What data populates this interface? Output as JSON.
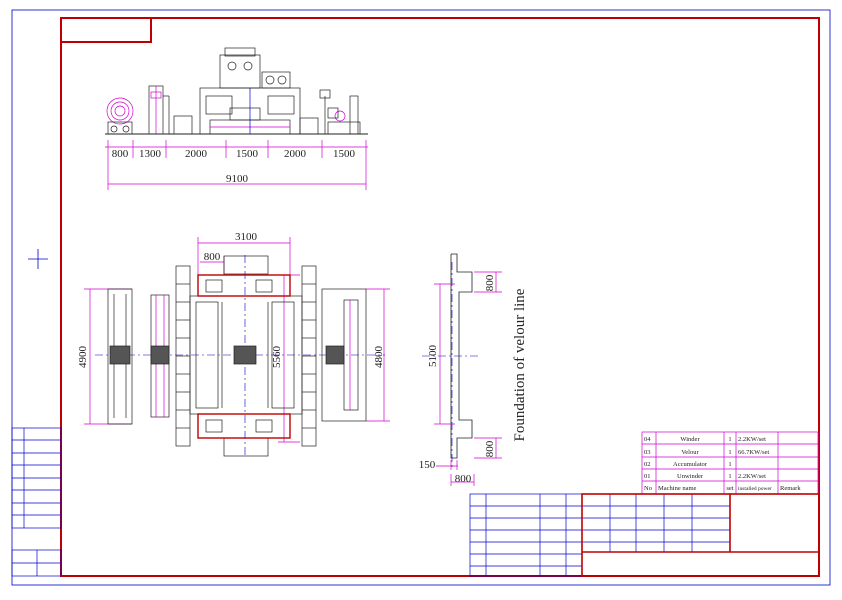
{
  "dims_top": {
    "segments": [
      "800",
      "1300",
      "2000",
      "1500",
      "2000",
      "1500"
    ],
    "total": "9100"
  },
  "dims_plan": {
    "width": "3100",
    "offset": "800",
    "height_left": "4900",
    "height_center": "5560",
    "height_right": "4800"
  },
  "foundation": {
    "title": "Foundation of velour line",
    "height": "5100",
    "top_step": "800",
    "bottom_step": "800",
    "ledge": "150",
    "base": "800"
  },
  "table": {
    "header": {
      "no": "No",
      "name": "Machine name",
      "qty": "set",
      "power": "installed power",
      "remark": "Remark"
    },
    "rows": [
      {
        "no": "04",
        "name": "Winder",
        "qty": "1",
        "power": "2.2KW/set"
      },
      {
        "no": "03",
        "name": "Velour",
        "qty": "1",
        "power": "66.7KW/set"
      },
      {
        "no": "02",
        "name": "Accumulator",
        "qty": "1",
        "power": ""
      },
      {
        "no": "01",
        "name": "Unwinder",
        "qty": "1",
        "power": "2.2KW/set"
      }
    ]
  },
  "colors": {
    "frame": "#c00000",
    "blue": "#0000cc",
    "magenta": "#d000d0",
    "line": "#222222"
  }
}
